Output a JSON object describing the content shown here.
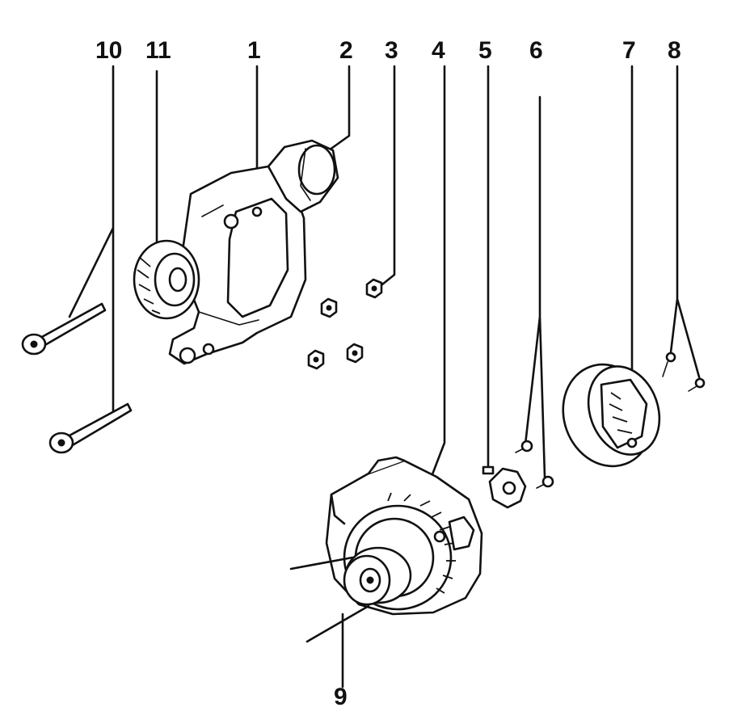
{
  "diagram": {
    "callouts": [
      {
        "id": "10",
        "label": "10"
      },
      {
        "id": "11",
        "label": "11"
      },
      {
        "id": "1",
        "label": "1"
      },
      {
        "id": "2",
        "label": "2"
      },
      {
        "id": "3",
        "label": "3"
      },
      {
        "id": "4",
        "label": "4"
      },
      {
        "id": "5",
        "label": "5"
      },
      {
        "id": "6",
        "label": "6"
      },
      {
        "id": "7",
        "label": "7"
      },
      {
        "id": "8",
        "label": "8"
      },
      {
        "id": "9",
        "label": "9"
      }
    ]
  }
}
